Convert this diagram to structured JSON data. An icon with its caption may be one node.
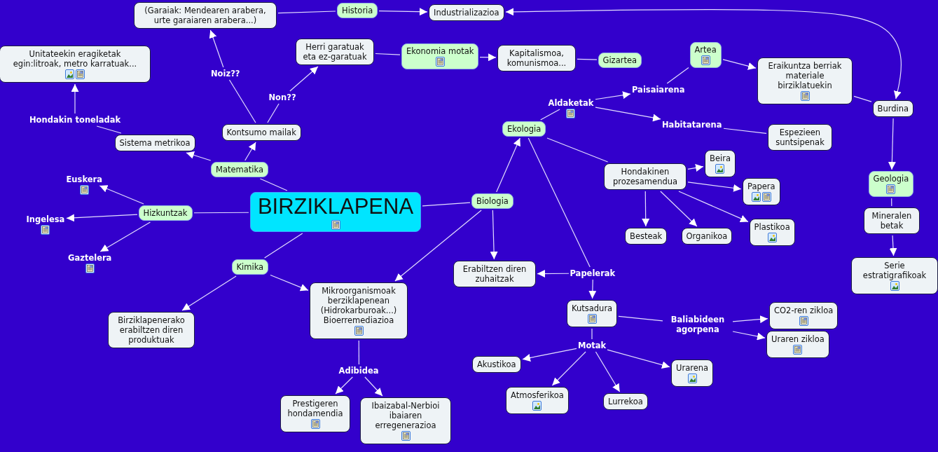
{
  "diagram": {
    "nodes": [
      {
        "text": [
          "BIRZIKLAPENA"
        ]
      },
      {
        "text": [
          "Matematika"
        ]
      },
      {
        "text": [
          "Hizkuntzak"
        ]
      },
      {
        "text": [
          "Kimika"
        ]
      },
      {
        "text": [
          "Biologia"
        ]
      },
      {
        "text": [
          "Historia"
        ]
      },
      {
        "text": [
          "Ekonomia motak"
        ]
      },
      {
        "text": [
          "Gizartea"
        ]
      },
      {
        "text": [
          "Artea"
        ]
      },
      {
        "text": [
          "Ekologia"
        ]
      },
      {
        "text": [
          "Geologia"
        ]
      },
      {
        "text": [
          "(Garaiak: Mendearen arabera, urte garaiaren arabera...)"
        ]
      },
      {
        "text": [
          "Industrializazioa"
        ]
      },
      {
        "text": [
          "Unitateekin eragiketak egin:litroak, metro karratuak..."
        ]
      },
      {
        "text": [
          "Herri garatuak eta ez-garatuak"
        ]
      },
      {
        "text": [
          "Kapitalismoa, komunismoa..."
        ]
      },
      {
        "text": [
          "Eraikuntza berriak materiale birziklatuekin"
        ]
      },
      {
        "text": [
          "Burdina"
        ]
      },
      {
        "text": [
          "Sistema metrikoa"
        ]
      },
      {
        "text": [
          "Kontsumo mailak"
        ]
      },
      {
        "text": [
          "Espezieen suntsipenak"
        ]
      },
      {
        "text": [
          "Hondakinen prozesamendua"
        ]
      },
      {
        "text": [
          "Beira"
        ]
      },
      {
        "text": [
          "Papera"
        ]
      },
      {
        "text": [
          "Mineralen betak"
        ]
      },
      {
        "text": [
          "Besteak"
        ]
      },
      {
        "text": [
          "Organikoa"
        ]
      },
      {
        "text": [
          "Plastikoa"
        ]
      },
      {
        "text": [
          "Serie estratigrafikoak"
        ]
      },
      {
        "text": [
          "Erabiltzen diren zuhaitzak"
        ]
      },
      {
        "text": [
          "Birziklapenerako erabiltzen diren produktuak"
        ]
      },
      {
        "text": [
          "Mikroorganismoak berziklapenean (Hidrokarburoak...) Bioerremediazioa"
        ]
      },
      {
        "text": [
          "Kutsadura"
        ]
      },
      {
        "text": [
          "CO2-ren zikloa"
        ]
      },
      {
        "text": [
          "Uraren zikloa"
        ]
      },
      {
        "text": [
          "Akustikoa"
        ]
      },
      {
        "text": [
          "Urarena"
        ]
      },
      {
        "text": [
          "Atmosferikoa"
        ]
      },
      {
        "text": [
          "Lurrekoa"
        ]
      },
      {
        "text": [
          "Prestigeren hondamendia"
        ]
      },
      {
        "text": [
          "Ibaizabal-Nerbioi ibaiaren erregenerazioa"
        ]
      },
      {
        "text": [
          "Noiz??"
        ]
      },
      {
        "text": [
          "Non??"
        ]
      },
      {
        "text": [
          "Hondakin toneladak"
        ]
      },
      {
        "text": [
          "Euskera"
        ]
      },
      {
        "text": [
          "Ingelesa"
        ]
      },
      {
        "text": [
          "Gaztelera"
        ]
      },
      {
        "text": [
          "Aldaketak"
        ]
      },
      {
        "text": [
          "Paisaiarena"
        ]
      },
      {
        "text": [
          "Habitatarena"
        ]
      },
      {
        "text": [
          "Papelerak"
        ]
      },
      {
        "text": [
          "Motak"
        ]
      },
      {
        "text": [
          "Baliabideen agorpena"
        ]
      },
      {
        "text": [
          "Adibidea"
        ]
      }
    ],
    "edges": [
      {
        "from": 19,
        "to": 41,
        "arrow": "none"
      },
      {
        "from": 41,
        "to": 11,
        "arrow": "to"
      },
      {
        "from": 19,
        "to": 42,
        "arrow": "none"
      },
      {
        "from": 42,
        "to": 14,
        "arrow": "to"
      },
      {
        "from": 11,
        "to": 5,
        "arrow": "none"
      },
      {
        "from": 5,
        "to": 12,
        "arrow": "to"
      },
      {
        "from": 14,
        "to": 6,
        "arrow": "none"
      },
      {
        "from": 6,
        "to": 15,
        "arrow": "to"
      },
      {
        "from": 15,
        "to": 7,
        "arrow": "none"
      },
      {
        "from": 12,
        "to": 17,
        "arrow": "both"
      },
      {
        "from": 8,
        "to": 16,
        "arrow": "to"
      },
      {
        "from": 16,
        "to": 17,
        "arrow": "none"
      },
      {
        "from": 17,
        "to": 10,
        "arrow": "to"
      },
      {
        "from": 10,
        "to": 24,
        "arrow": "none"
      },
      {
        "from": 24,
        "to": 28,
        "arrow": "to"
      },
      {
        "from": 0,
        "to": 1,
        "arrow": "none"
      },
      {
        "from": 1,
        "to": 18,
        "arrow": "to"
      },
      {
        "from": 1,
        "to": 19,
        "arrow": "to"
      },
      {
        "from": 18,
        "to": 43,
        "arrow": "none"
      },
      {
        "from": 43,
        "to": 13,
        "arrow": "to"
      },
      {
        "from": 0,
        "to": 2,
        "arrow": "none"
      },
      {
        "from": 2,
        "to": 44,
        "arrow": "to"
      },
      {
        "from": 2,
        "to": 45,
        "arrow": "to"
      },
      {
        "from": 2,
        "to": 46,
        "arrow": "to"
      },
      {
        "from": 0,
        "to": 3,
        "arrow": "none"
      },
      {
        "from": 3,
        "to": 30,
        "arrow": "to"
      },
      {
        "from": 3,
        "to": 31,
        "arrow": "to"
      },
      {
        "from": 0,
        "to": 4,
        "arrow": "none"
      },
      {
        "from": 4,
        "to": 9,
        "arrow": "to"
      },
      {
        "from": 4,
        "to": 29,
        "arrow": "to"
      },
      {
        "from": 4,
        "to": 31,
        "arrow": "to"
      },
      {
        "from": 9,
        "to": 47,
        "arrow": "none"
      },
      {
        "from": 47,
        "to": 48,
        "arrow": "to"
      },
      {
        "from": 47,
        "to": 49,
        "arrow": "to"
      },
      {
        "from": 48,
        "to": 8,
        "arrow": "none"
      },
      {
        "from": 49,
        "to": 20,
        "arrow": "none"
      },
      {
        "from": 9,
        "to": 21,
        "arrow": "none"
      },
      {
        "from": 21,
        "to": 22,
        "arrow": "to"
      },
      {
        "from": 21,
        "to": 23,
        "arrow": "to"
      },
      {
        "from": 21,
        "to": 27,
        "arrow": "to"
      },
      {
        "from": 21,
        "to": 25,
        "arrow": "to"
      },
      {
        "from": 21,
        "to": 26,
        "arrow": "to"
      },
      {
        "from": 9,
        "to": 50,
        "arrow": "none"
      },
      {
        "from": 50,
        "to": 29,
        "arrow": "to"
      },
      {
        "from": 50,
        "to": 32,
        "arrow": "to"
      },
      {
        "from": 32,
        "to": 51,
        "arrow": "none"
      },
      {
        "from": 51,
        "to": 35,
        "arrow": "to"
      },
      {
        "from": 51,
        "to": 37,
        "arrow": "to"
      },
      {
        "from": 51,
        "to": 38,
        "arrow": "to"
      },
      {
        "from": 51,
        "to": 36,
        "arrow": "to"
      },
      {
        "from": 32,
        "to": 52,
        "arrow": "none"
      },
      {
        "from": 52,
        "to": 33,
        "arrow": "to"
      },
      {
        "from": 52,
        "to": 34,
        "arrow": "to"
      },
      {
        "from": 31,
        "to": 53,
        "arrow": "none"
      },
      {
        "from": 53,
        "to": 39,
        "arrow": "to"
      },
      {
        "from": 53,
        "to": 40,
        "arrow": "to"
      }
    ]
  }
}
